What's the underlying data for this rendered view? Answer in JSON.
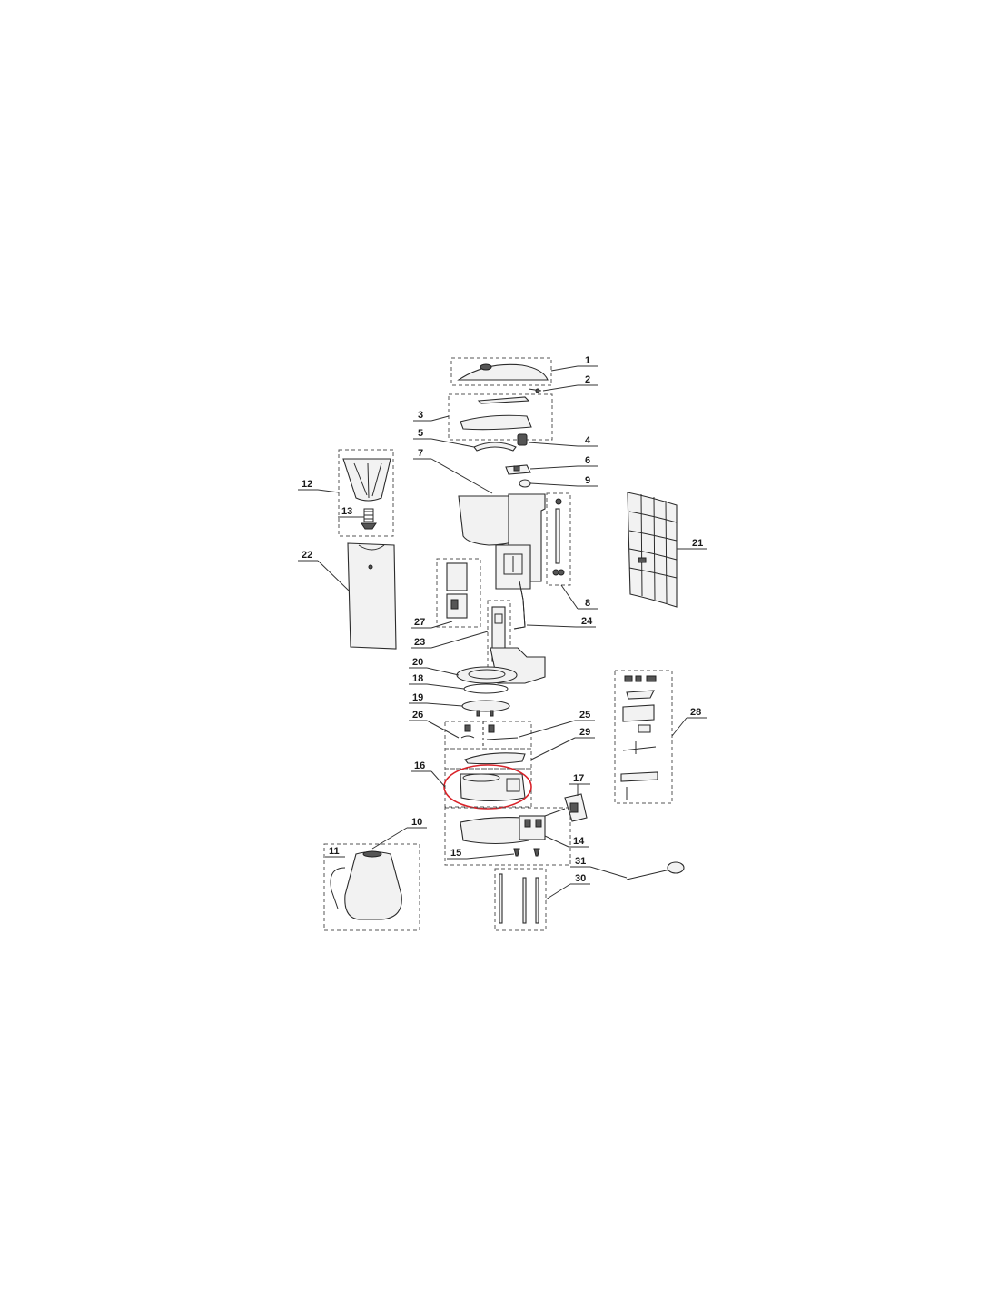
{
  "diagram": {
    "highlight_color": "#d8232a",
    "labels": {
      "p1": "1",
      "p2": "2",
      "p3": "3",
      "p4": "4",
      "p5": "5",
      "p6": "6",
      "p7": "7",
      "p8": "8",
      "p9": "9",
      "p10": "10",
      "p11": "11",
      "p12": "12",
      "p13": "13",
      "p14": "14",
      "p15": "15",
      "p16": "16",
      "p17": "17",
      "p18": "18",
      "p19": "19",
      "p20": "20",
      "p21": "21",
      "p22": "22",
      "p23": "23",
      "p24": "24",
      "p25": "25",
      "p26": "26",
      "p27": "27",
      "p28": "28",
      "p29": "29",
      "p30": "30",
      "p31": "31"
    },
    "highlighted_part": "16"
  }
}
